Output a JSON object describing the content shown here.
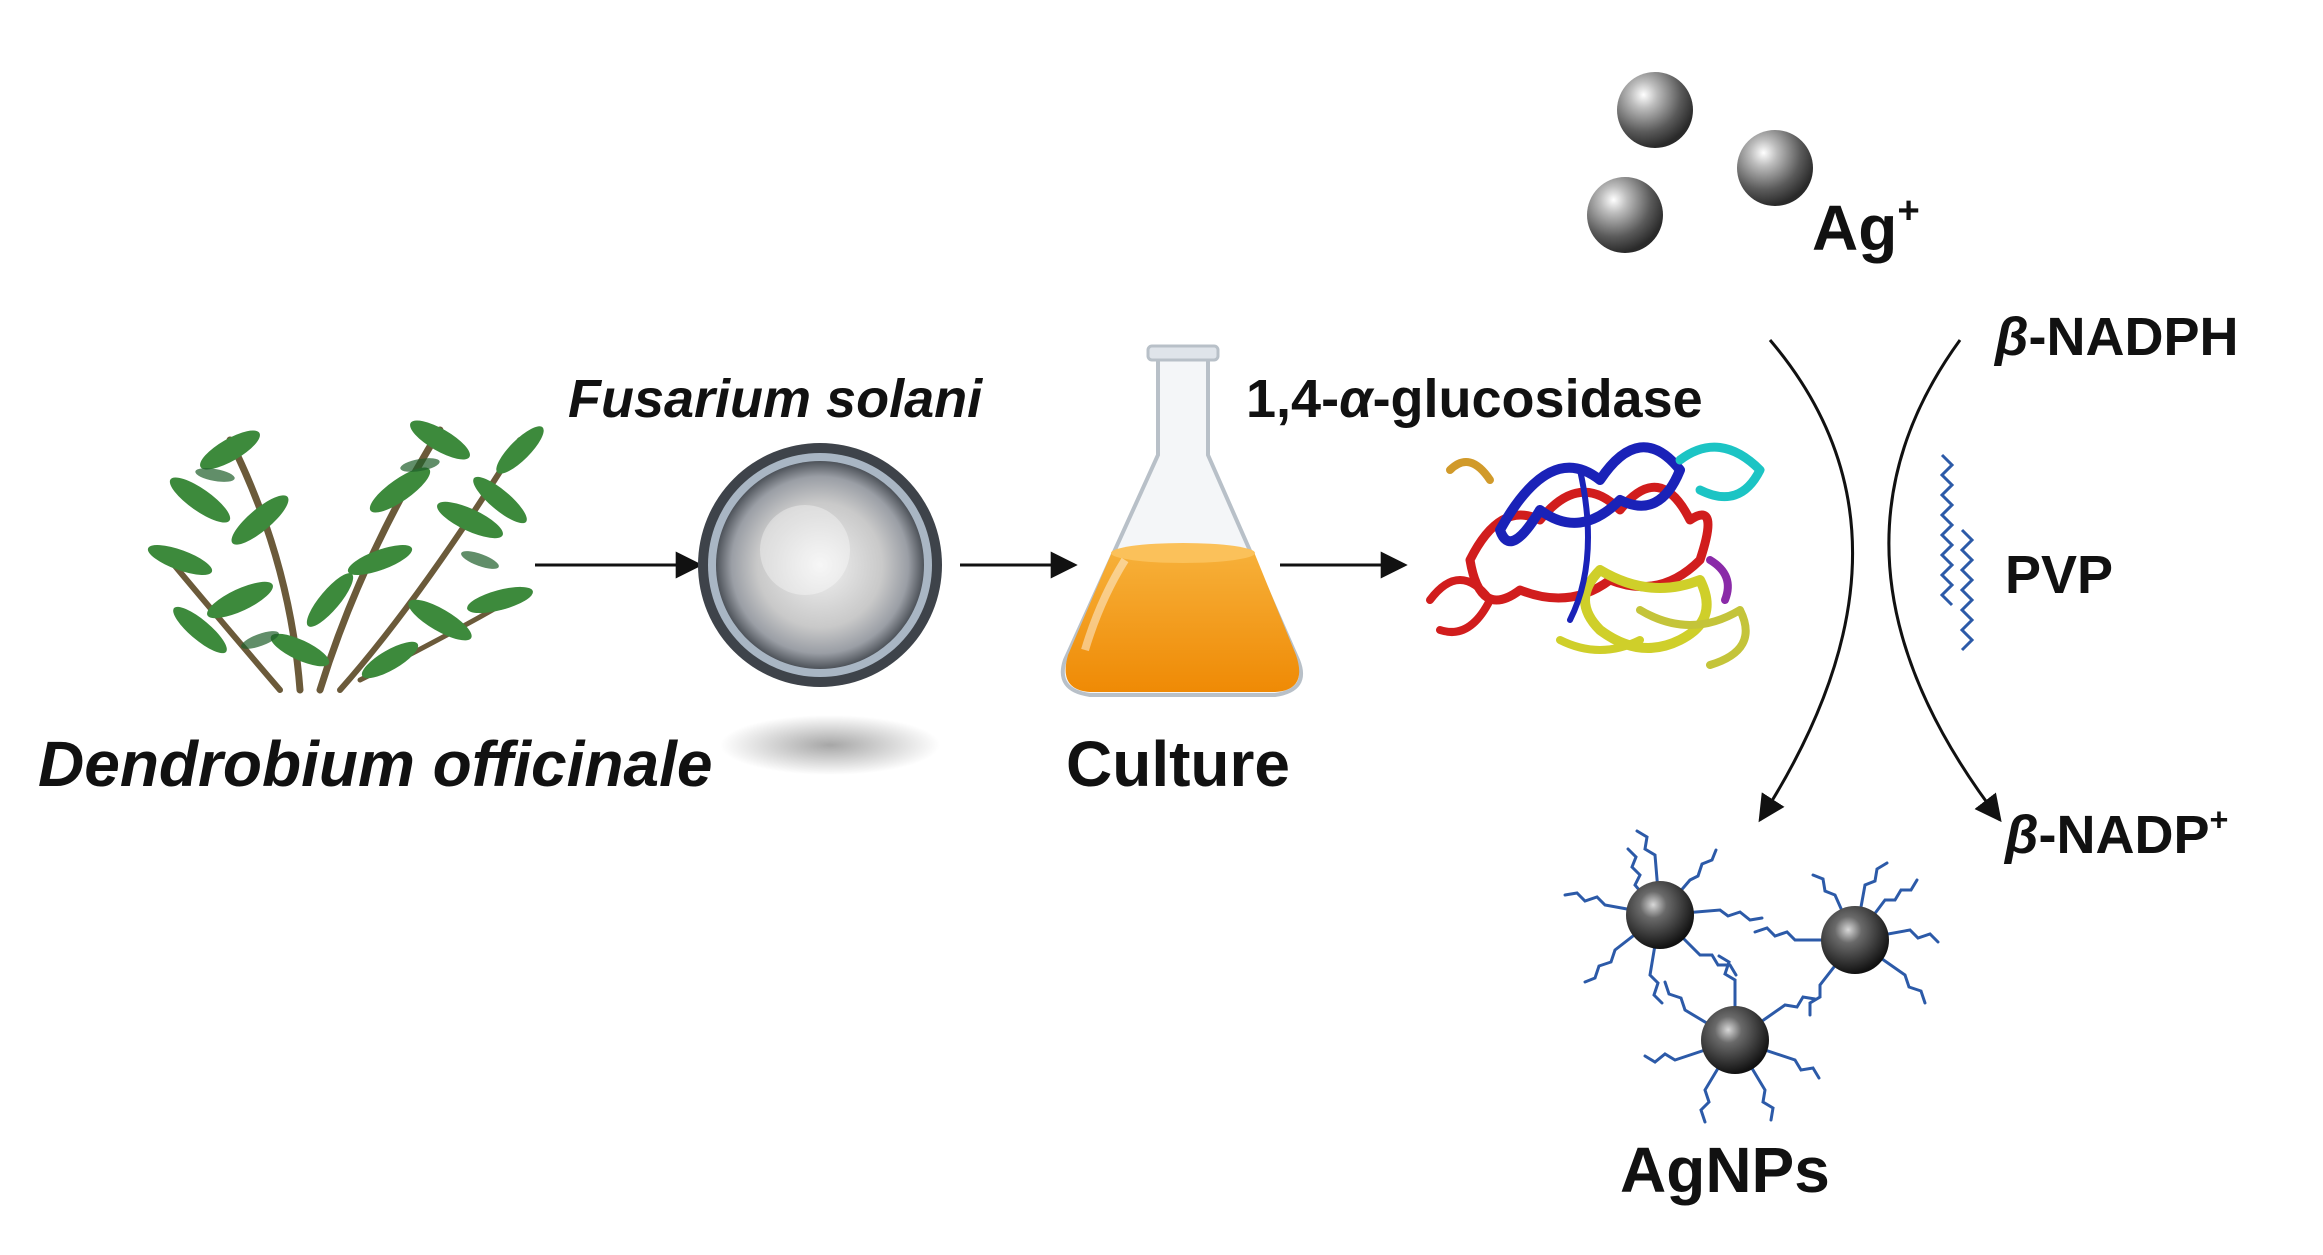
{
  "labels": {
    "plant": "Dendrobium officinale",
    "fungus": "Fusarium solani",
    "culture": "Culture",
    "enzyme": "1,4-",
    "enzyme_greek": "α",
    "enzyme_rest": "-glucosidase",
    "ag_ion": "Ag",
    "ag_ion_charge": "+",
    "nadph_greek": "β",
    "nadph": "-NADPH",
    "pvp": "PVP",
    "nadp_greek": "β",
    "nadp": "-NADP",
    "nadp_charge": "+",
    "agnps": "AgNPs"
  },
  "icons": [
    "plant-illustration",
    "petri-dish-icon",
    "flask-icon",
    "protein-structure-icon",
    "silver-ion-icon",
    "nanoparticle-icon",
    "polymer-chain-icon"
  ],
  "colors": {
    "text": "#111111",
    "culture_liquid": "#f39a12",
    "plant_leaf": "#3d8a3c",
    "polymer": "#2c5aa8",
    "sphere": "#4a4a4a"
  }
}
